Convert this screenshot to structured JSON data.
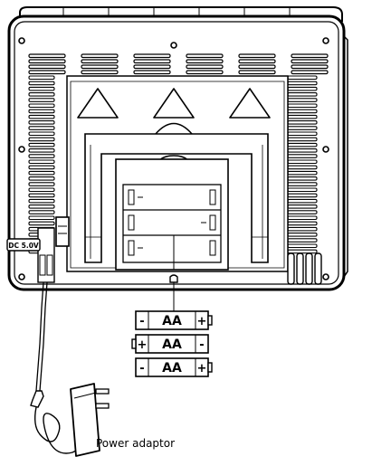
{
  "labels": {
    "dc_input": "DC 5.0V",
    "power_adaptor": "Power adaptor"
  },
  "batteries": [
    {
      "left": "-",
      "type": "AA",
      "right": "+"
    },
    {
      "left": "+",
      "type": "AA",
      "right": "-"
    },
    {
      "left": "-",
      "type": "AA",
      "right": "+"
    }
  ]
}
